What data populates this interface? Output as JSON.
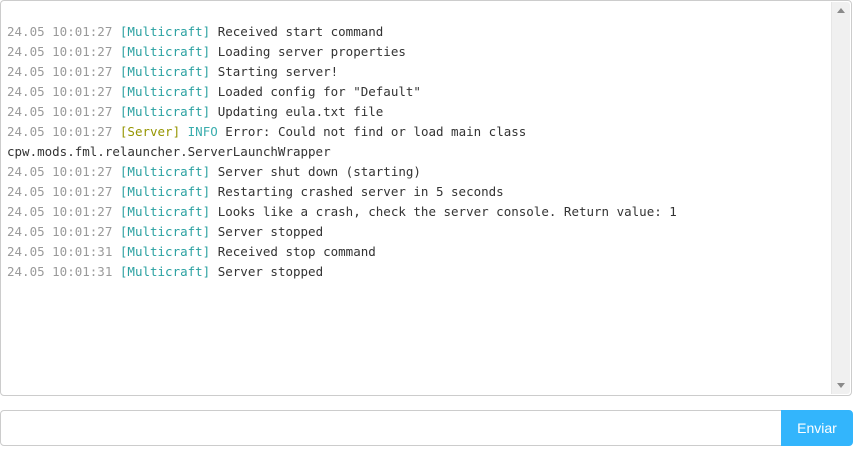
{
  "console": {
    "entries": [
      {
        "time": "24.05 10:01:27",
        "tag": "[Multicraft]",
        "message": "Received start command"
      },
      {
        "time": "24.05 10:01:27",
        "tag": "[Multicraft]",
        "message": "Loading server properties"
      },
      {
        "time": "24.05 10:01:27",
        "tag": "[Multicraft]",
        "message": "Starting server!"
      },
      {
        "time": "24.05 10:01:27",
        "tag": "[Multicraft]",
        "message": "Loaded config for \"Default\""
      },
      {
        "time": "24.05 10:01:27",
        "tag": "[Multicraft]",
        "message": "Updating eula.txt file"
      },
      {
        "time": "24.05 10:01:27",
        "tag": "[Server]",
        "level": "INFO",
        "message": "Error: Could not find or load main class cpw.mods.fml.relauncher.ServerLaunchWrapper"
      },
      {
        "time": "24.05 10:01:27",
        "tag": "[Multicraft]",
        "message": "Server shut down (starting)"
      },
      {
        "time": "24.05 10:01:27",
        "tag": "[Multicraft]",
        "message": "Restarting crashed server in 5 seconds"
      },
      {
        "time": "24.05 10:01:27",
        "tag": "[Multicraft]",
        "message": "Looks like a crash, check the server console. Return value: 1"
      },
      {
        "time": "24.05 10:01:27",
        "tag": "[Multicraft]",
        "message": "Server stopped"
      },
      {
        "time": "24.05 10:01:31",
        "tag": "[Multicraft]",
        "message": "Received stop command"
      },
      {
        "time": "24.05 10:01:31",
        "tag": "[Multicraft]",
        "message": "Server stopped"
      }
    ]
  },
  "command": {
    "input_value": "",
    "send_label": "Enviar"
  },
  "colors": {
    "timestamp": "#9a9a9a",
    "multicraft_tag": "#2aa1a1",
    "server_tag": "#959500",
    "info_level": "#3aadad",
    "message": "#333333",
    "send_button": "#33b5fc",
    "border": "#cccccc",
    "scrollbar_track": "#f0f0f0"
  },
  "icons": {
    "scroll_up": "triangle-up",
    "scroll_down": "triangle-down"
  }
}
